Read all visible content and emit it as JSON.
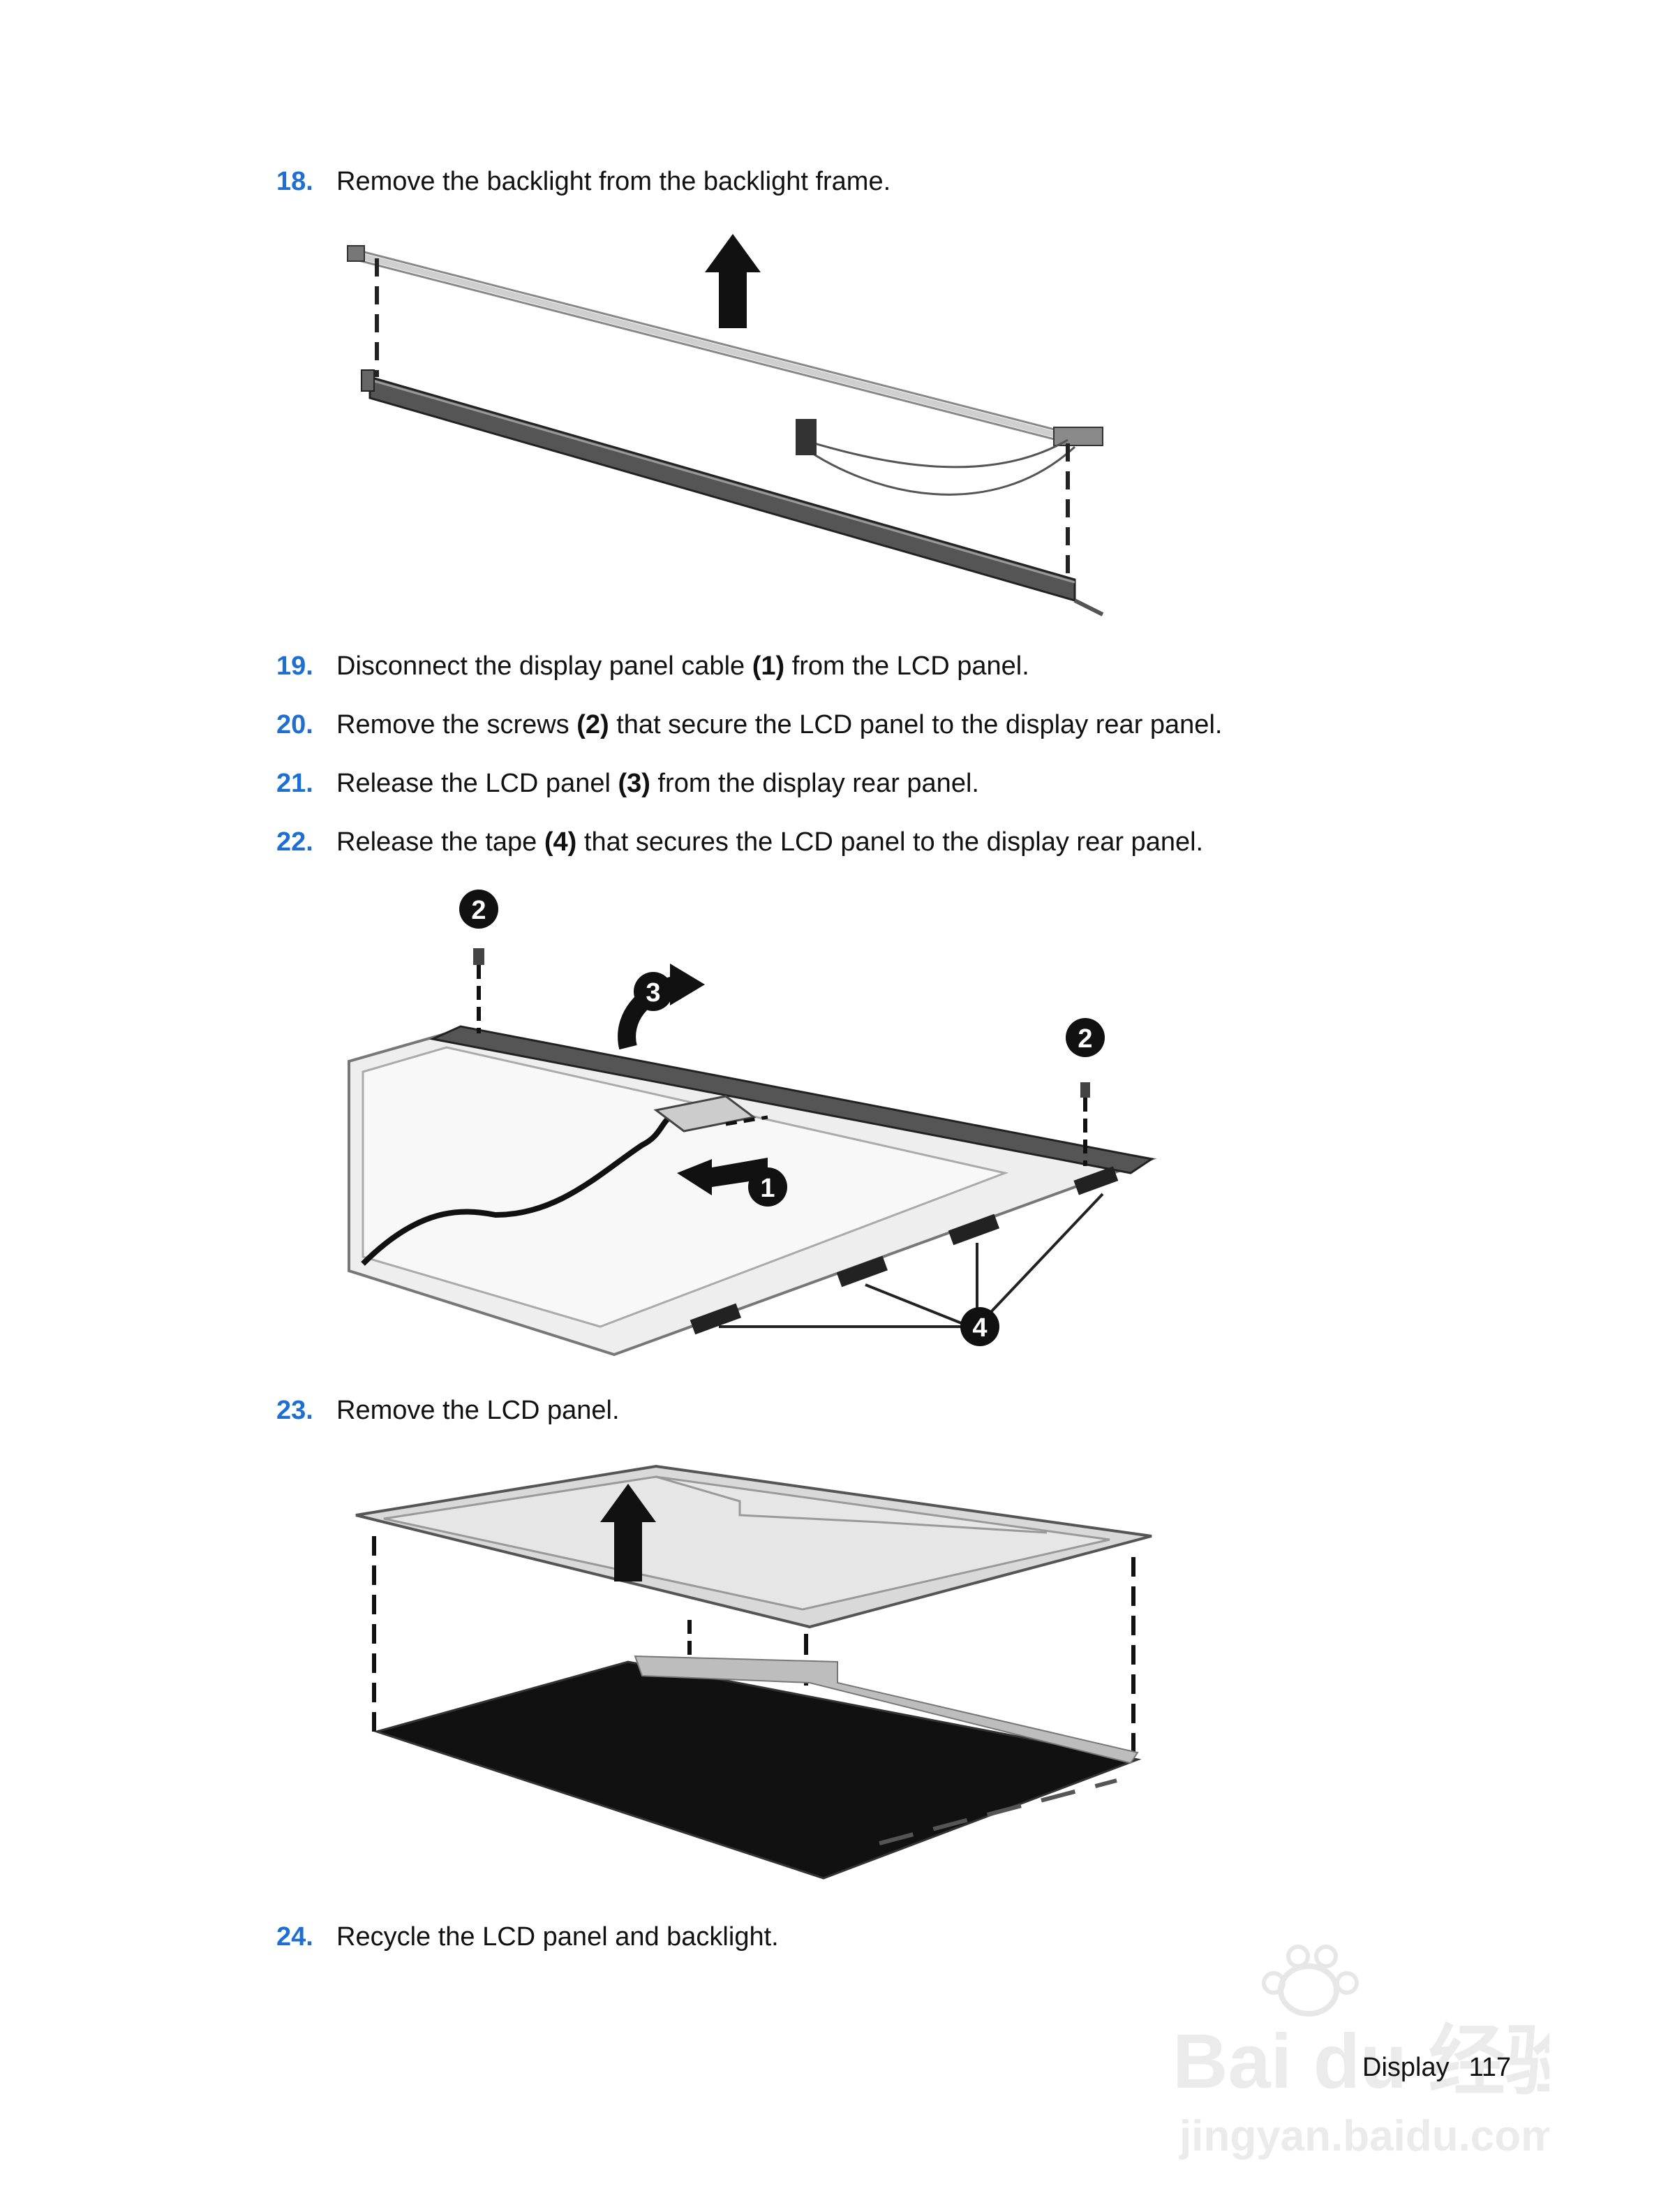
{
  "steps": [
    {
      "num": "18.",
      "parts": [
        "Remove the backlight from the backlight frame."
      ]
    },
    {
      "num": "19.",
      "parts": [
        "Disconnect the display panel cable ",
        "(1)",
        " from the LCD panel."
      ]
    },
    {
      "num": "20.",
      "parts": [
        "Remove the screws ",
        "(2)",
        " that secure the LCD panel to the display rear panel."
      ]
    },
    {
      "num": "21.",
      "parts": [
        "Release the LCD panel ",
        "(3)",
        " from the display rear panel."
      ]
    },
    {
      "num": "22.",
      "parts": [
        "Release the tape ",
        "(4)",
        " that secures the LCD panel to the display rear panel."
      ]
    },
    {
      "num": "23.",
      "parts": [
        "Remove the LCD panel."
      ]
    },
    {
      "num": "24.",
      "parts": [
        "Recycle the LCD panel and backlight."
      ]
    }
  ],
  "callouts": {
    "c1": "1",
    "c2": "2",
    "c3": "3",
    "c4": "4"
  },
  "footer": {
    "section": "Display",
    "page": "117"
  },
  "watermark": {
    "logo": "Bai du 经验",
    "url": "jingyan.baidu.com"
  },
  "colors": {
    "step_number": "#1d6fd1",
    "text": "#111111"
  }
}
